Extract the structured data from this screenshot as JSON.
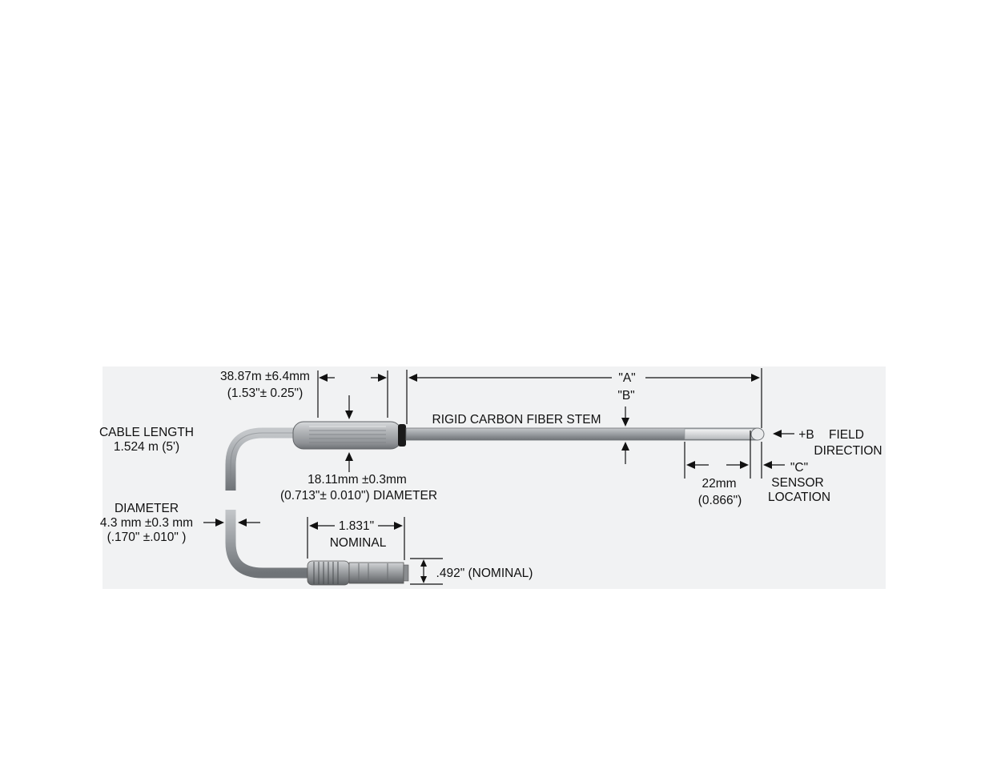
{
  "labels": {
    "handle_length_1": "38.87m ±6.4mm",
    "handle_length_2": "(1.53\"± 0.25\")",
    "cable_length_1": "CABLE LENGTH",
    "cable_length_2": "1.524 m (5')",
    "handle_dia_1": "18.11mm ±0.3mm",
    "handle_dia_2": "(0.713\"± 0.010\") DIAMETER",
    "cable_dia_1": "DIAMETER",
    "cable_dia_2": "4.3 mm ±0.3 mm",
    "cable_dia_3": "(.170\" ±.010\" )",
    "connector_length_1": "1.831\"",
    "connector_length_2": "NOMINAL",
    "connector_dia": ".492\" (NOMINAL)",
    "dim_a": "\"A\"",
    "dim_b": "\"B\"",
    "stem": "RIGID CARBON FIBER STEM",
    "field_1": "+B",
    "field_2": "FIELD",
    "field_3": "DIRECTION",
    "tip_length_1": "22mm",
    "tip_length_2": "(0.866\")",
    "sensor_1": "\"C\"",
    "sensor_2": "SENSOR",
    "sensor_3": "LOCATION"
  },
  "colors": {
    "cable": "#8c8f92",
    "stem": "#9a9ea2",
    "handle": "#a9acaf",
    "ring": "#1a1a1a",
    "background_panel": "#eceeef",
    "dimension_lines": "#111111"
  }
}
